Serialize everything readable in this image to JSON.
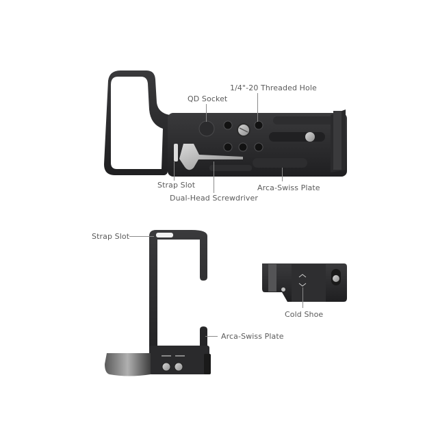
{
  "diagram": {
    "top_view": {
      "callouts": {
        "qd_socket": "QD Socket",
        "threaded_hole": "1/4\"-20 Threaded Hole",
        "strap_slot": "Strap Slot",
        "screwdriver": "Dual-Head Screwdriver",
        "arca_plate": "Arca-Swiss Plate"
      }
    },
    "side_view": {
      "callouts": {
        "strap_slot": "Strap Slot",
        "arca_plate": "Arca-Swiss Plate"
      }
    },
    "cold_shoe_part": {
      "callouts": {
        "cold_shoe": "Cold Shoe"
      }
    }
  }
}
